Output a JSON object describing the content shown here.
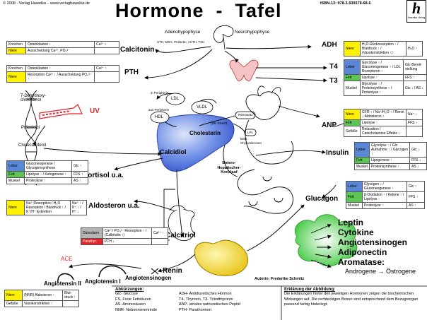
{
  "header": {
    "copyright": "© 2008 - Verlag Hawelka – www.verlaghawelka.de",
    "title": "Hormone  -  Tafel",
    "isbn": "ISBN-13: 978-3-939378-68-6",
    "logo_letter": "h",
    "logo_text": "Hawelka Verlag"
  },
  "hypophyse": {
    "adeno": "Adenohypophyse",
    "neuro": "Neurohypophyse",
    "hormones": "STH, MSH, Prolactin, ACTH, TSH"
  },
  "hormones": {
    "calcitonin": "Calcitonin",
    "pth": "PTH",
    "adh": "ADH",
    "t4": "T4",
    "t3": "T3",
    "anp": "ANP",
    "insulin": "Insulin",
    "glucagon": "Glucagon",
    "cortisol": "Cortisol u.a.",
    "aldosteron": "Aldosteron u.a.",
    "calcitriol": "Calcitriol",
    "renin": "Renin",
    "angiotensin2": "Angiotensin II",
    "angiotensin1": "Angiotensin I",
    "angiotensinogen": "Angiotensinogen",
    "ace": "ACE",
    "uv": "UV",
    "calcidiol": "Calcidiol"
  },
  "adipose": {
    "list": [
      "Leptin",
      "Cytokine",
      "Angiotensinogen",
      "Adiponectin",
      "Aromatase:"
    ],
    "aromatase_line": "Androgene → Östrogene"
  },
  "vitd": {
    "dehydro": "7-Dehydroxy-cholesterol",
    "praecalciol": "Präcalciol",
    "cholecalciferol": "Cholecalciferol"
  },
  "liver": {
    "cholesterin": "Cholesterin",
    "denovo": "(de novo)",
    "ldl": "LDL",
    "vldl": "VLDL",
    "hdl": "HDL",
    "peripherie1": "in Peripherie",
    "peripherie2": "aus Peripherie",
    "remnants": "Remnants",
    "lpl": "LPL",
    "bsr": "BSR Chylomikronen",
    "entero": "Entero-Hepatischer-Kreislauf"
  },
  "tables": {
    "calcitonin": {
      "rows": [
        {
          "org": "Knochen",
          "color": "white",
          "effect": "Osteoklasten ↓",
          "result": "Ca²⁺ ↓"
        },
        {
          "org": "Niere",
          "color": "yellow",
          "effect": "Ausscheidung Ca²⁺, PO₄³⁻",
          "result": ""
        }
      ]
    },
    "pth": {
      "rows": [
        {
          "org": "Knochen",
          "color": "white",
          "effect": "Osteoklasten ↑",
          "result": "Ca²⁺ ↑"
        },
        {
          "org": "Niere",
          "color": "yellow",
          "effect": "Resorption Ca²⁺ ↑ / Ausscheidung PO₄³⁻ ↑",
          "result": ""
        }
      ]
    },
    "adh": {
      "rows": [
        {
          "org": "Niere",
          "color": "yellow",
          "effect": "H₂O-Rückresorption ↑ / Blutdruck ↑ / (Vasokonstriktion ↑)",
          "result": "H₂O ↑"
        }
      ]
    },
    "thyroid": {
      "rows": [
        {
          "org": "Leber",
          "color": "blue",
          "effect": "Glycolyse ↑ / Gluconeogenese ↑ / LDL Rezeptoren ↑",
          "result": "Glc-Bereit-stellung"
        },
        {
          "org": "Fett",
          "color": "green",
          "effect": "Lipolyse ↑",
          "result": "FFS ↑"
        },
        {
          "org": "Muskel",
          "color": "white",
          "effect": "Glycolyse ↑ / Proteinsynthese ↑ / Proteolyse ↑",
          "result": "Glc ↓ / AS ↓"
        }
      ]
    },
    "anp": {
      "rows": [
        {
          "org": "Niere",
          "color": "yellow",
          "effect": "GFR ↑ / Na⁺/H₂O ↑ / Renin ↓ Aldosteron ↓",
          "result": "Na⁺ ↓"
        },
        {
          "org": "Fett",
          "color": "green",
          "effect": "Lipolyse ↑",
          "result": "FFS ↑"
        },
        {
          "org": "Gefäße",
          "color": "white",
          "effect": "Relaxation / Catecholamine Effekte ↓",
          "result": ""
        }
      ]
    },
    "insulin": {
      "rows": [
        {
          "org": "Leber",
          "color": "blue",
          "effect": "Glycolyse ↑ / Glc Aufnahme ↑ / Glycogen ↑",
          "result": "Glc ↓"
        },
        {
          "org": "Fett",
          "color": "green",
          "effect": "Lipogenese ↑",
          "result": "FFS ↓"
        },
        {
          "org": "Muskel",
          "color": "white",
          "effect": "Proteinsynthese ↑",
          "result": "AS ↓"
        }
      ]
    },
    "glucagon": {
      "rows": [
        {
          "org": "Leber",
          "color": "blue",
          "effect": "Glycogen ↓ / Gluconeogenese ↑",
          "result": "Glc ↑"
        },
        {
          "org": "Fett",
          "color": "green",
          "effect": "β-Oxidation ↑ / Ketone ↑ / Lipolyse ↑",
          "result": "FFS ↑"
        },
        {
          "org": "Muskel",
          "color": "white",
          "effect": "Proteolyse ↑",
          "result": "AS ↑"
        }
      ]
    },
    "cortisol": {
      "rows": [
        {
          "org": "Leber",
          "color": "blue",
          "effect": "Gluconeogenese / Glycogensynthese",
          "result": "Glc ↑"
        },
        {
          "org": "Fett",
          "color": "green",
          "effect": "Lipolyse ↑ / Ketogenese ↑",
          "result": "FFS ↑"
        },
        {
          "org": "Muskel",
          "color": "white",
          "effect": "Proteolyse ↑",
          "result": "AS ↑"
        }
      ]
    },
    "aldosteron": {
      "rows": [
        {
          "org": "Niere",
          "color": "yellow",
          "effect": "Na⁺ Resorption / H₂O Resorption / Blutdruck ↑ / K⁺/H⁺ Exkretion",
          "result": "Na⁺ ↑ / K⁺ ↓ / H⁺ ↓"
        }
      ]
    },
    "calcitriol": {
      "rows": [
        {
          "org": "Dünndarm",
          "color": "gray",
          "effect": "Ca²⁺/ PO₄³⁻ Resorption ↑ / (Calbindin ↑)",
          "result": "Ca²⁺ ↑"
        },
        {
          "org": "Parathyr.",
          "color": "red",
          "effect": "PTH ↓",
          "result": ""
        }
      ]
    },
    "angiotensin": {
      "rows": [
        {
          "org": "Niere",
          "color": "yellow",
          "effect": "(NNR) Aldosteron ↑",
          "result": "Blut-druck ↑"
        },
        {
          "org": "Gefäße",
          "color": "white",
          "effect": "Vasokonstriktion ↑",
          "result": ""
        }
      ]
    }
  },
  "abbreviations": {
    "title": "Abkürzungen:",
    "items": [
      "Glc-  Glucose",
      "ADH-  Antidiuretisches Hormon",
      "FS-     Freie Fettsäuren",
      "T4-  Thyroxin,  T3-  Triiodthyronin",
      "AS-     Aminosäuren",
      "ANP- atriales natriuretisches Peptid",
      "NNR-  Nebennierenrinde",
      "PTH-  Parathormon"
    ]
  },
  "explanation": {
    "title": "Erklärung der Abbildung:",
    "text": "Die Erklärungen hinter den jeweiligen Hormonen zeigen die biochemischen Wirkungen auf. Die rechteckigen Boxen sind entsprechend dem Bezugsorgan passend farbig hinterlegt."
  },
  "author": "Autorin: Frederike Schmitz",
  "colors": {
    "liver": "#4a6fd8",
    "pancreas": "#f2d31a",
    "adipose": "#3fd53f",
    "red": "#e0262b"
  }
}
